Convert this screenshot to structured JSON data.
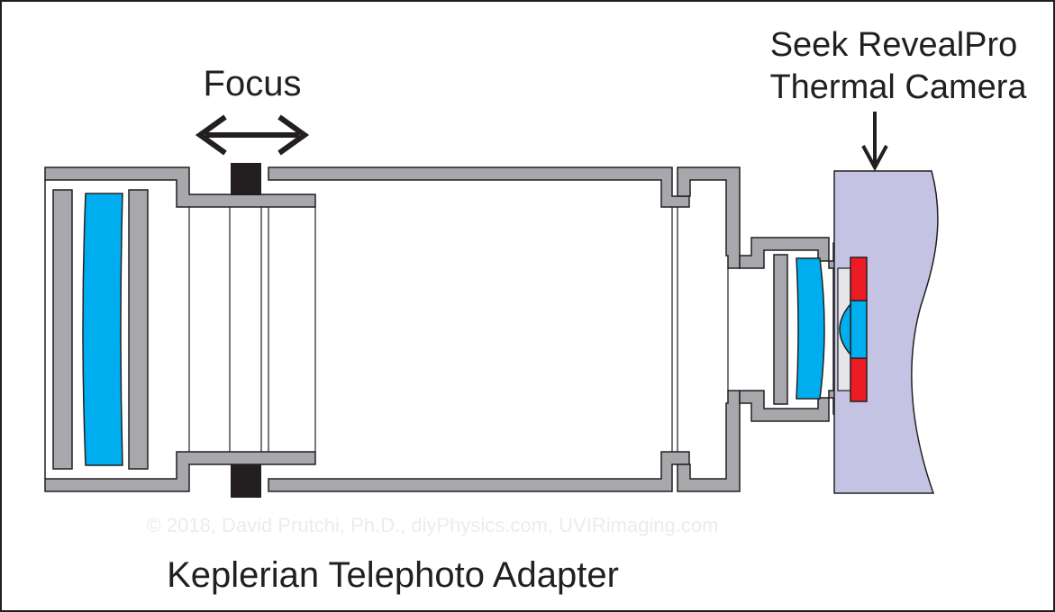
{
  "labels": {
    "focus": "Focus",
    "camera_line1": "Seek RevealPro",
    "camera_line2": "Thermal Camera",
    "copyright": "© 2018, David Prutchi, Ph.D., diyPhysics.com, UVIRimaging.com",
    "title": "Keplerian Telephoto Adapter"
  },
  "colors": {
    "tube_fill": "#a6a8ab",
    "outline": "#231f20",
    "lens": "#00aeef",
    "camera_body": "#c5c3e3",
    "sensor_red": "#ed1c24",
    "focus_ring": "#231f20",
    "background": "#ffffff"
  }
}
